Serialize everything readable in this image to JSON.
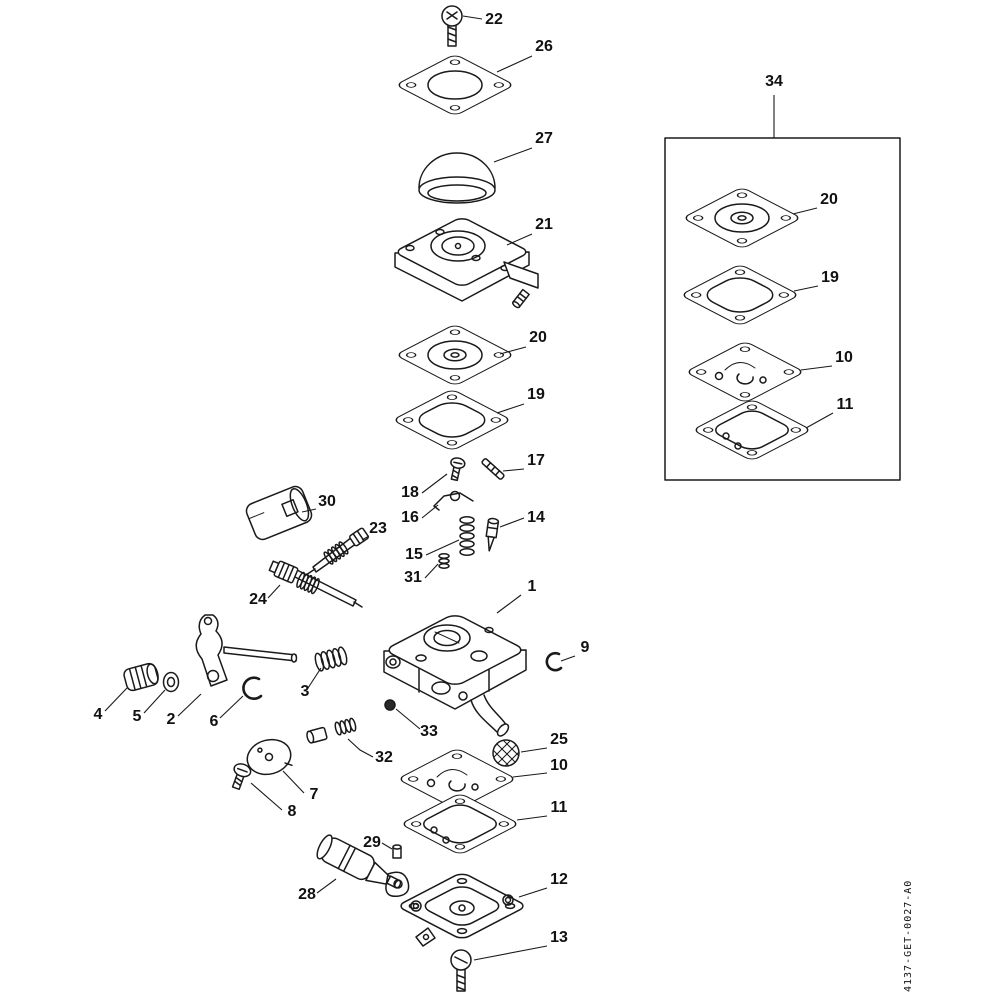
{
  "colors": {
    "line": "#1a1a1a",
    "background": "#ffffff"
  },
  "doc_code": "4137-GET-0027-A0",
  "callouts": {
    "c1": "1",
    "c2": "2",
    "c3": "3",
    "c4": "4",
    "c5": "5",
    "c6": "6",
    "c7": "7",
    "c8": "8",
    "c9": "9",
    "c10": "10",
    "c11": "11",
    "c12": "12",
    "c13": "13",
    "c14": "14",
    "c15": "15",
    "c16": "16",
    "c17": "17",
    "c18": "18",
    "c19": "19",
    "c20": "20",
    "c21": "21",
    "c22": "22",
    "c23": "23",
    "c24": "24",
    "c25": "25",
    "c26": "26",
    "c27": "27",
    "c28": "28",
    "c29": "29",
    "c30": "30",
    "c31": "31",
    "c32": "32",
    "c33": "33",
    "c34": "34",
    "c20_kit": "20",
    "c19_kit": "19",
    "c10_kit": "10",
    "c11_kit": "11"
  }
}
